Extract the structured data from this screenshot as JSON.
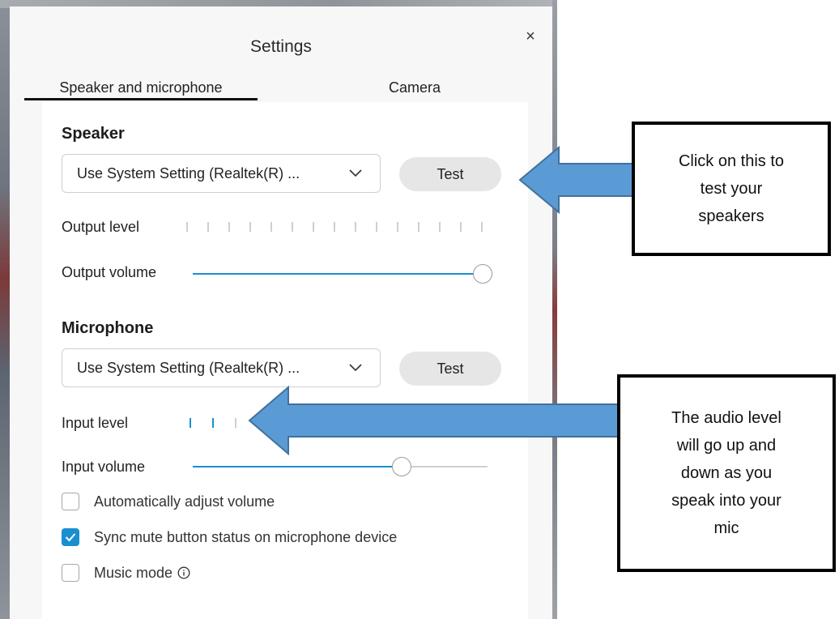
{
  "dialog": {
    "title": "Settings",
    "close_label": "×",
    "tabs": [
      {
        "label": "Speaker and microphone",
        "active": true
      },
      {
        "label": "Camera",
        "active": false
      }
    ]
  },
  "speaker": {
    "section_title": "Speaker",
    "device_select_value": "Use System Setting (Realtek(R) ...",
    "test_label": "Test",
    "output_level_label": "Output level",
    "output_level_value": 0,
    "output_volume_label": "Output volume",
    "output_volume_value": 1.0
  },
  "microphone": {
    "section_title": "Microphone",
    "device_select_value": "Use System Setting (Realtek(R) ...",
    "test_label": "Test",
    "input_level_label": "Input level",
    "input_level_value": 2,
    "input_volume_label": "Input volume",
    "input_volume_value": 0.71,
    "auto_adjust_label": "Automatically adjust volume",
    "auto_adjust_checked": false,
    "sync_mute_label": "Sync mute button status on microphone device",
    "sync_mute_checked": true,
    "music_mode_label": "Music mode",
    "music_mode_checked": false
  },
  "callouts": {
    "test_speakers_lines": [
      "Click on this to",
      "test your",
      "speakers"
    ],
    "audio_level_lines": [
      "The audio level",
      "will go up and",
      "down as you",
      "speak into your",
      "mic"
    ]
  },
  "colors": {
    "accent": "#1a8fd0",
    "arrow_fill": "#5b9bd5",
    "arrow_stroke": "#41719c"
  },
  "icons": {
    "chevron": "chevron-down-icon",
    "check": "checkmark-icon",
    "info": "info-icon",
    "close": "close-icon"
  }
}
